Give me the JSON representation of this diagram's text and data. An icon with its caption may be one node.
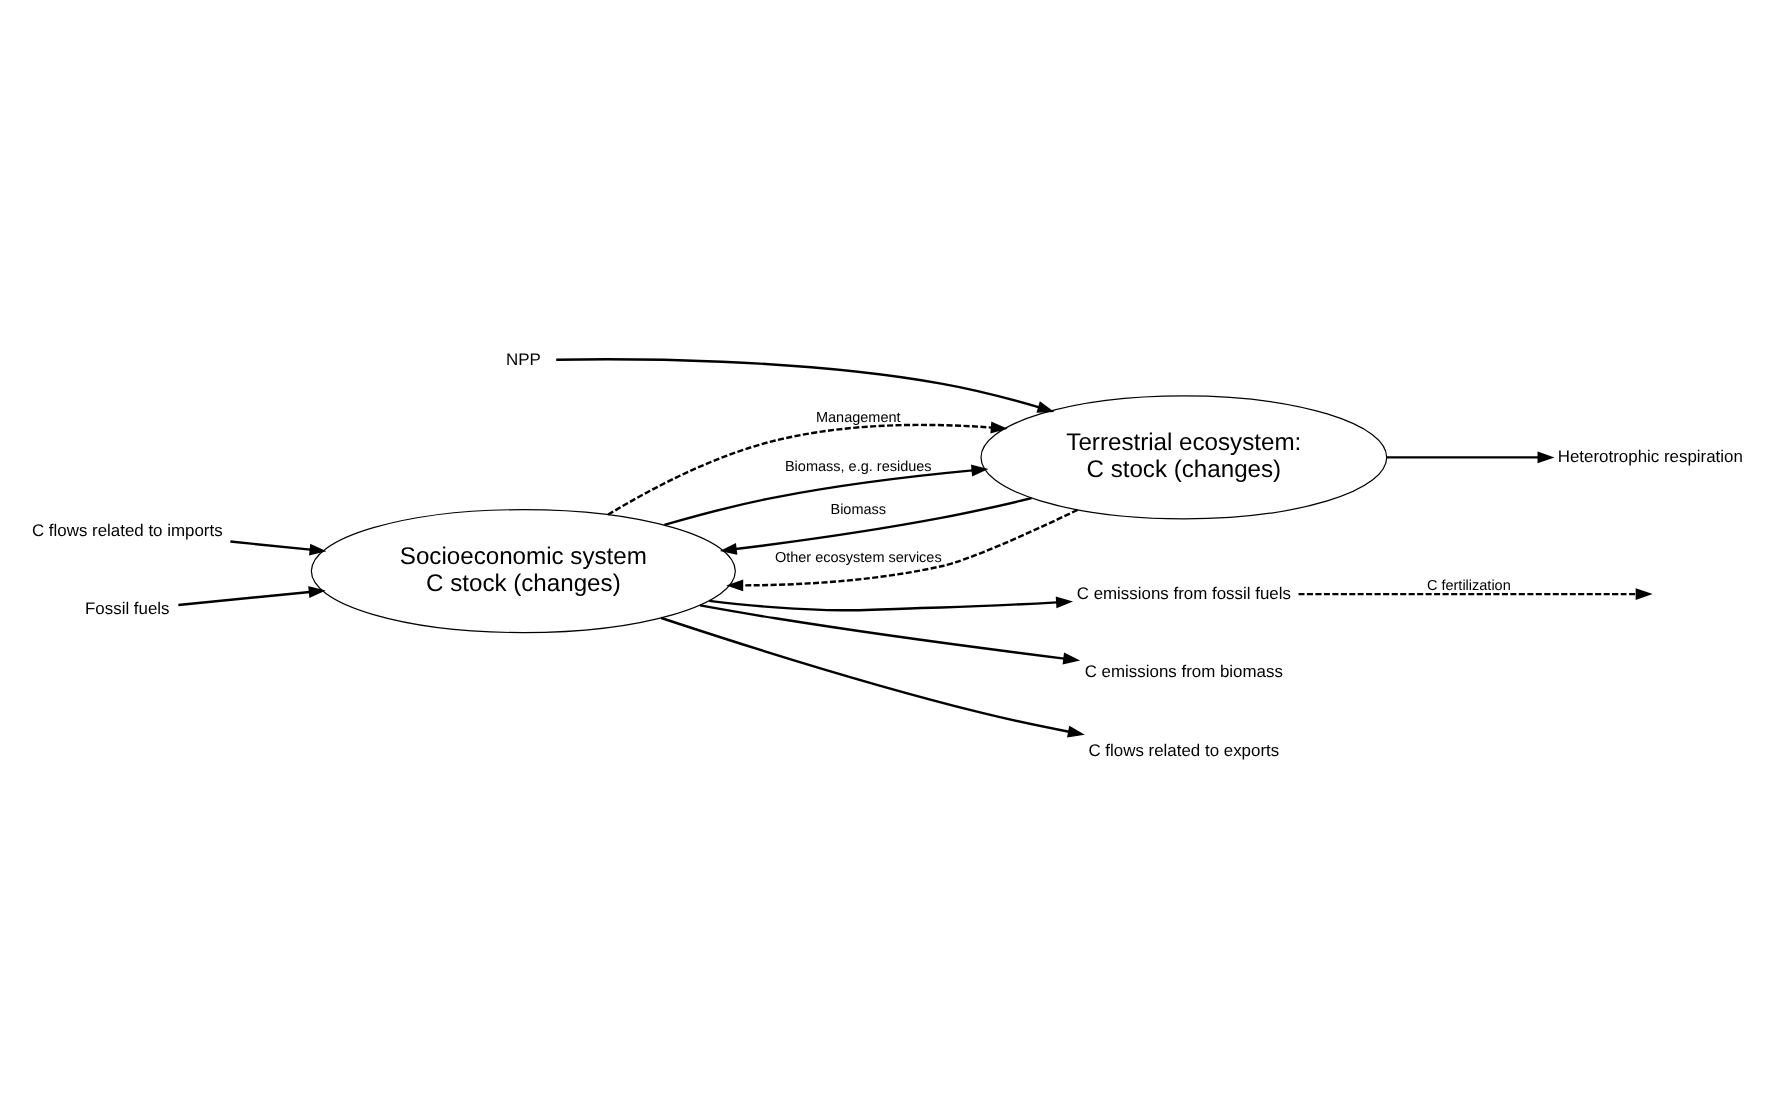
{
  "diagram": {
    "nodes": [
      {
        "text": [
          "Socioeconomic system",
          "C stock (changes)"
        ]
      },
      {
        "text": [
          "Terrestrial ecosystem:",
          "C stock (changes)"
        ]
      },
      {
        "text": [
          "C emissions from fossil fuels"
        ]
      },
      {
        "text": [
          "C emissions from biomass"
        ]
      },
      {
        "text": [
          "Heterotrophic respiration"
        ]
      },
      {
        "text": [
          "NPP"
        ]
      },
      {
        "text": [
          "C flows related to imports"
        ]
      },
      {
        "text": [
          "C flows related to exports"
        ]
      },
      {
        "text": [
          "Fossil fuels"
        ]
      }
    ],
    "edges": [
      {
        "from": 0,
        "to": 2,
        "arrow": "to"
      },
      {
        "from": 0,
        "to": 3,
        "arrow": "to"
      },
      {
        "from": 2,
        "to": null,
        "arrow": "to",
        "style": "dashed",
        "label": "C fertilization"
      },
      {
        "from": 0,
        "to": 1,
        "arrow": "to",
        "style": "dashed",
        "label": "Management"
      },
      {
        "from": 0,
        "to": 1,
        "arrow": "to",
        "label": "Biomass, e.g. residues"
      },
      {
        "from": 1,
        "to": 4,
        "arrow": "to"
      },
      {
        "from": 5,
        "to": 1,
        "arrow": "to"
      },
      {
        "from": 6,
        "to": 0,
        "arrow": "to"
      },
      {
        "from": 0,
        "to": 7,
        "arrow": "to"
      },
      {
        "from": 8,
        "to": 0,
        "arrow": "to"
      },
      {
        "from": 1,
        "to": 0,
        "arrow": "to",
        "label": "Biomass"
      },
      {
        "from": 1,
        "to": 0,
        "arrow": "to",
        "style": "dashed",
        "label": "Other ecosystem services"
      }
    ]
  }
}
